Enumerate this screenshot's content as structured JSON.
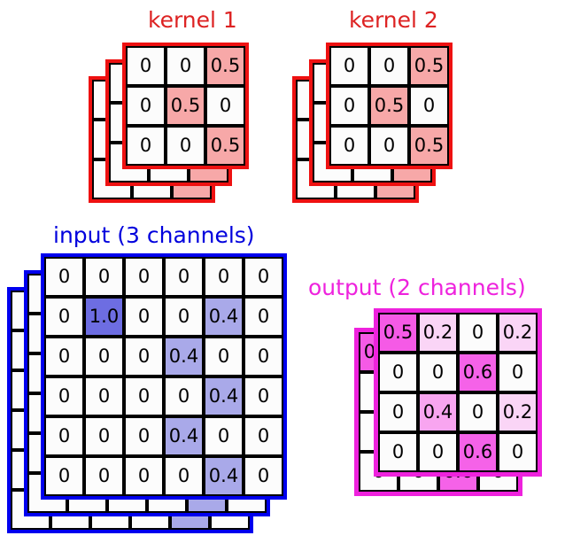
{
  "figure": {
    "title_kernel1": "kernel 1",
    "title_kernel2": "kernel 2",
    "title_input": "input (3 channels)",
    "title_output": "output (2 channels)"
  },
  "colors": {
    "kernel_accent": "#ee1111",
    "kernel_label": "#dd2222",
    "input_accent": "#0000ee",
    "input_label": "#0000dd",
    "output_accent": "#ee22dd",
    "output_label": "#ee22dd",
    "grid_line": "#000000",
    "cell_bg": "#fcfcfc",
    "fill_kernel_05": "#f7a8a8",
    "fill_input_10": "#6d6de2",
    "fill_input_04": "#a9a9e9",
    "fill_output_05": "#f55ae6",
    "fill_output_06": "#f562e8",
    "fill_output_04": "#f8a5f0",
    "fill_output_02": "#fad5f6"
  },
  "chart_data": {
    "type": "diagram",
    "title": "Multi-channel 2D convolution",
    "blocks": [
      {
        "name": "kernel 1",
        "channels": 3,
        "rows": 3,
        "cols": 3,
        "values": [
          [
            "0",
            "0",
            "0.5"
          ],
          [
            "0",
            "0.5",
            "0"
          ],
          [
            "0",
            "0",
            "0.5"
          ]
        ]
      },
      {
        "name": "kernel 2",
        "channels": 3,
        "rows": 3,
        "cols": 3,
        "values": [
          [
            "0",
            "0",
            "0.5"
          ],
          [
            "0",
            "0.5",
            "0"
          ],
          [
            "0",
            "0",
            "0.5"
          ]
        ]
      },
      {
        "name": "input (3 channels)",
        "channels": 3,
        "rows": 6,
        "cols": 6,
        "values": [
          [
            "0",
            "0",
            "0",
            "0",
            "0",
            "0"
          ],
          [
            "0",
            "1.0",
            "0",
            "0",
            "0.4",
            "0"
          ],
          [
            "0",
            "0",
            "0",
            "0.4",
            "0",
            "0"
          ],
          [
            "0",
            "0",
            "0",
            "0",
            "0.4",
            "0"
          ],
          [
            "0",
            "0",
            "0",
            "0.4",
            "0",
            "0"
          ],
          [
            "0",
            "0",
            "0",
            "0",
            "0.4",
            "0"
          ]
        ]
      },
      {
        "name": "output (2 channels)",
        "channels": 2,
        "rows": 4,
        "cols": 4,
        "values": [
          [
            "0.5",
            "0.2",
            "0",
            "0.2"
          ],
          [
            "0",
            "0",
            "0.6",
            "0"
          ],
          [
            "0",
            "0.4",
            "0",
            "0.2"
          ],
          [
            "0",
            "0",
            "0.6",
            "0"
          ]
        ]
      }
    ]
  },
  "kernel1": {
    "label": "kernel 1",
    "channels": 3,
    "grid": [
      [
        "0",
        "0",
        "0.5"
      ],
      [
        "0",
        "0.5",
        "0"
      ],
      [
        "0",
        "0",
        "0.5"
      ]
    ]
  },
  "kernel2": {
    "label": "kernel 2",
    "channels": 3,
    "grid": [
      [
        "0",
        "0",
        "0.5"
      ],
      [
        "0",
        "0.5",
        "0"
      ],
      [
        "0",
        "0",
        "0.5"
      ]
    ]
  },
  "input": {
    "label": "input (3 channels)",
    "channels": 3,
    "grid": [
      [
        "0",
        "0",
        "0",
        "0",
        "0",
        "0"
      ],
      [
        "0",
        "1.0",
        "0",
        "0",
        "0.4",
        "0"
      ],
      [
        "0",
        "0",
        "0",
        "0.4",
        "0",
        "0"
      ],
      [
        "0",
        "0",
        "0",
        "0",
        "0.4",
        "0"
      ],
      [
        "0",
        "0",
        "0",
        "0.4",
        "0",
        "0"
      ],
      [
        "0",
        "0",
        "0",
        "0",
        "0.4",
        "0"
      ]
    ]
  },
  "output": {
    "label": "output (2 channels)",
    "channels": 2,
    "grid": [
      [
        "0.5",
        "0.2",
        "0",
        "0.2"
      ],
      [
        "0",
        "0",
        "0.6",
        "0"
      ],
      [
        "0",
        "0.4",
        "0",
        "0.2"
      ],
      [
        "0",
        "0",
        "0.6",
        "0"
      ]
    ]
  }
}
